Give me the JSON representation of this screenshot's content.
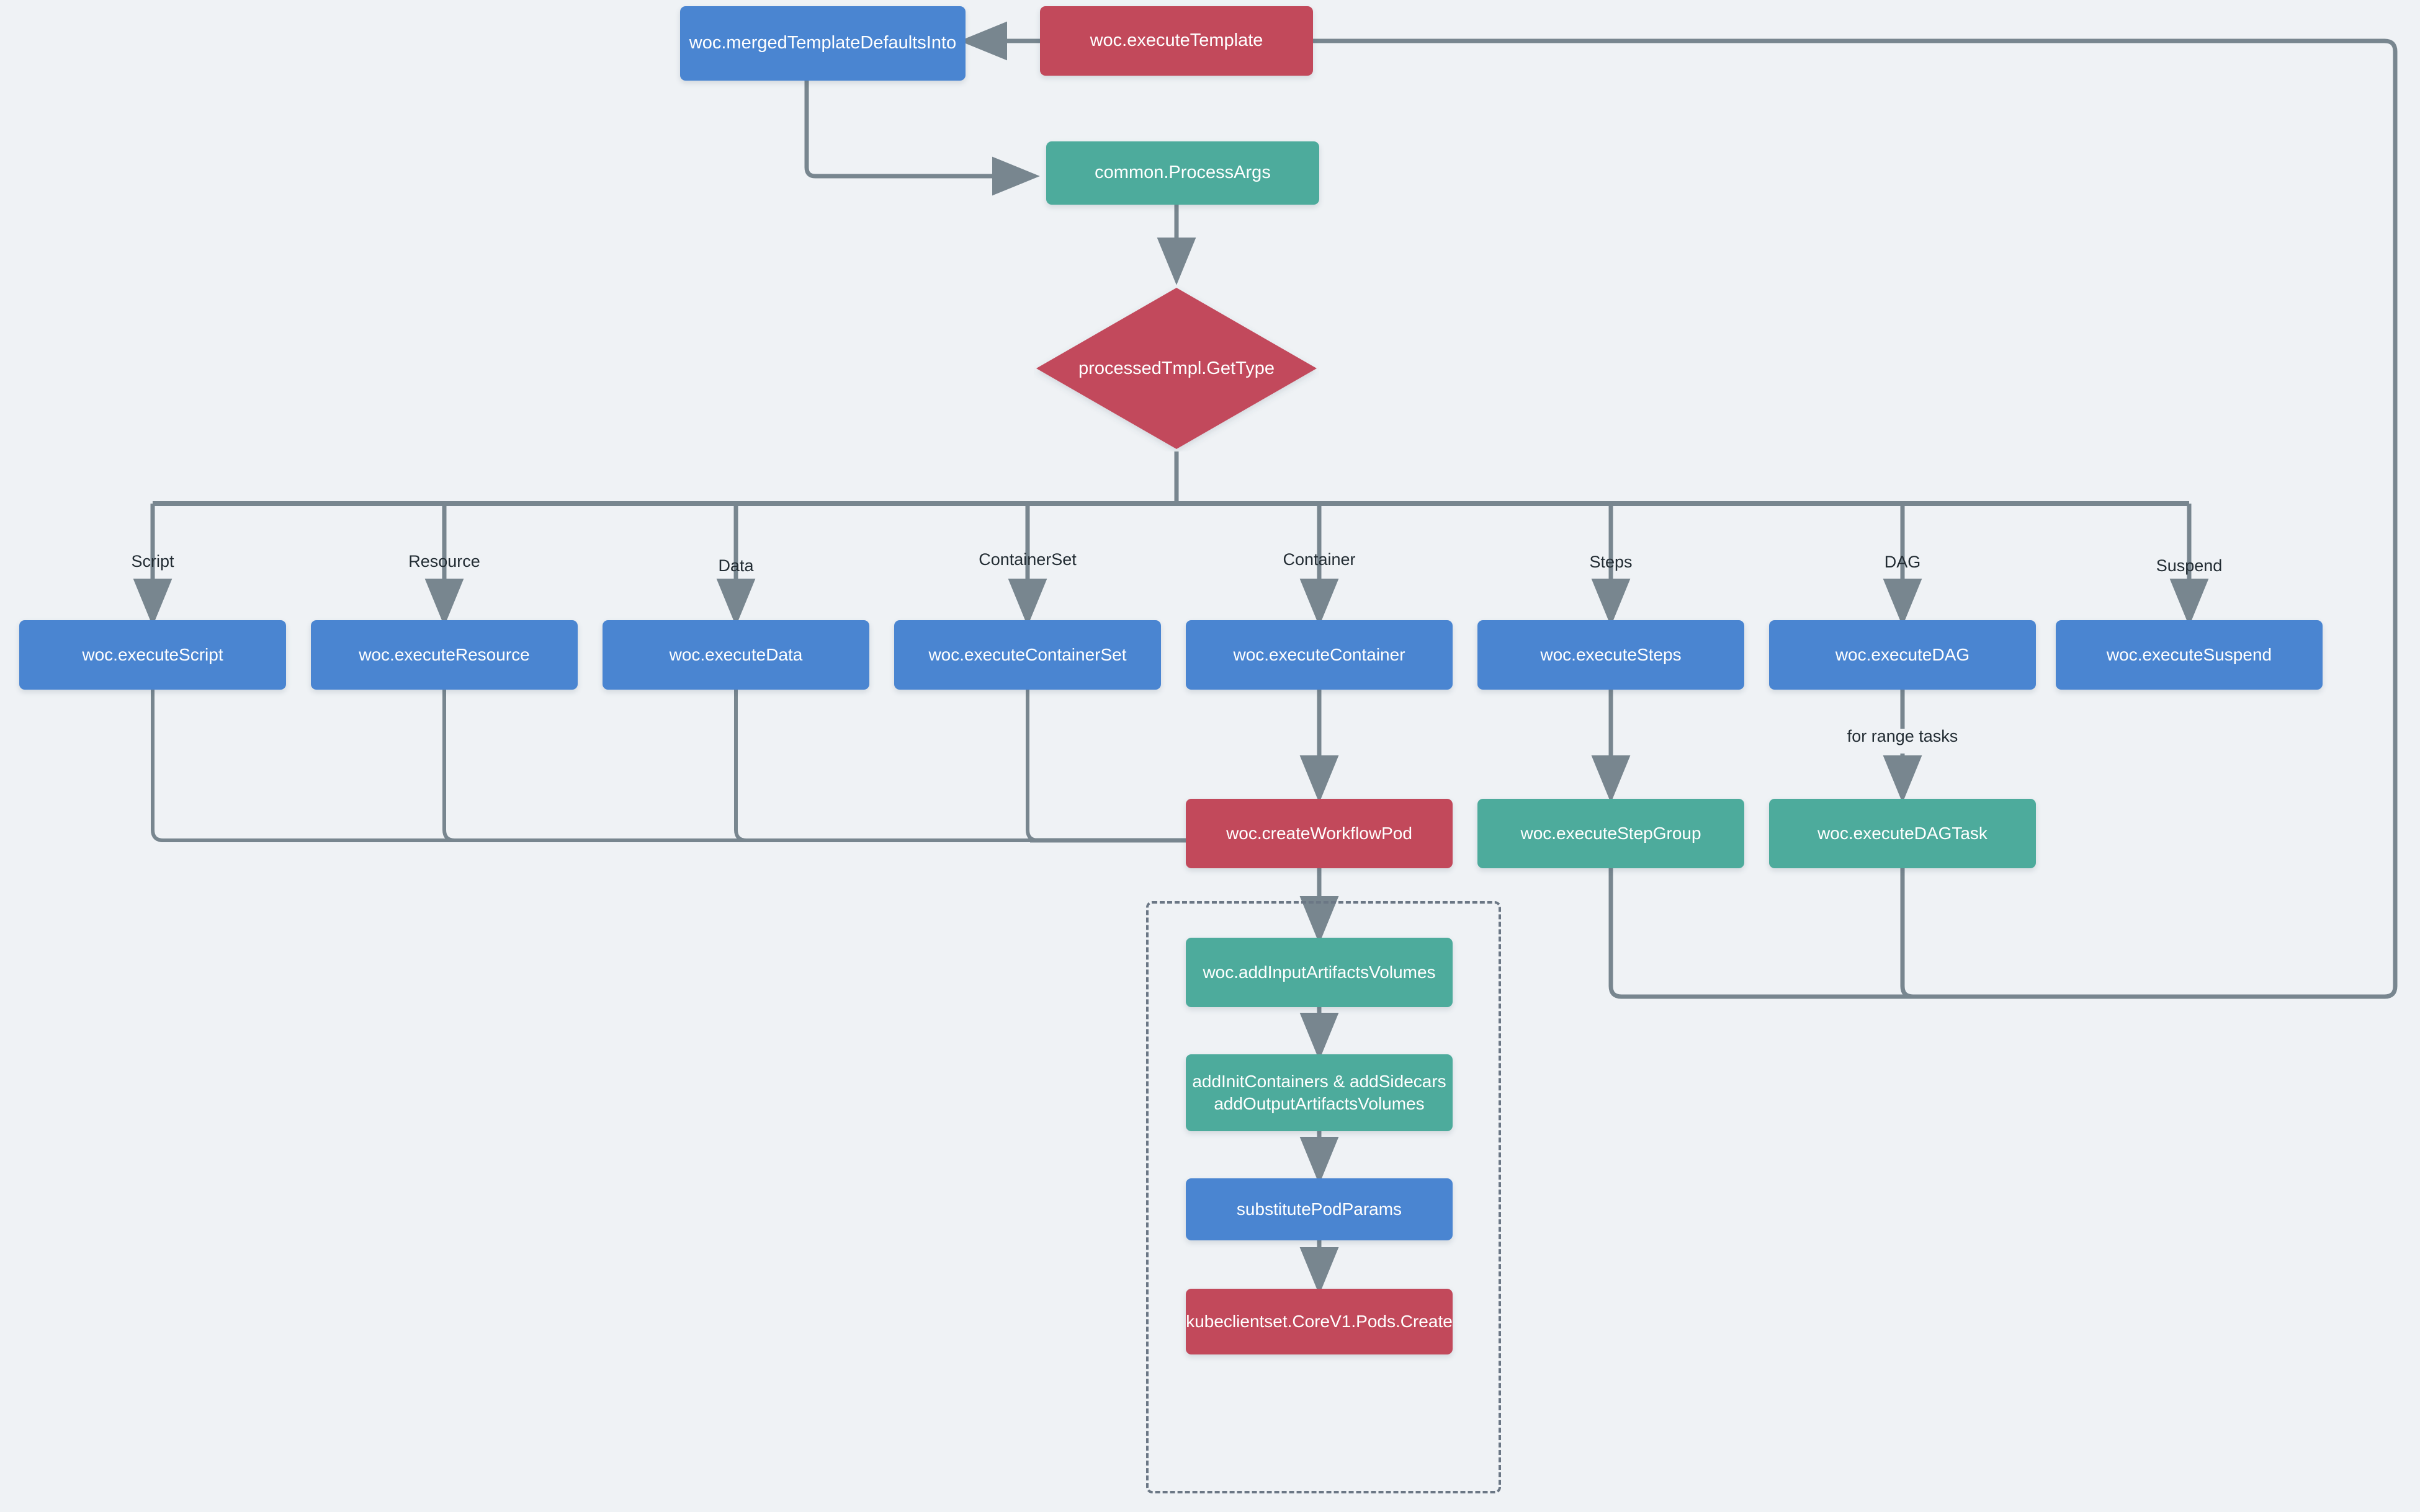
{
  "diagram": {
    "title": "Argo Workflows executeTemplate flowchart",
    "background_color": "#eff2f5",
    "edge_color": "#78868f",
    "colors": {
      "blue": "#4a85d1",
      "red": "#c2495b",
      "green": "#4dab9c",
      "cluster_border": "#6b7785",
      "label_text": "#222c33"
    }
  },
  "nodes": {
    "merged_template_defaults_into": {
      "label": "woc.mergedTemplateDefaultsInto",
      "color": "blue"
    },
    "execute_template": {
      "label": "woc.executeTemplate",
      "color": "red"
    },
    "process_args": {
      "label": "common.ProcessArgs",
      "color": "green"
    },
    "get_type": {
      "label": "processedTmpl.GetType",
      "color": "red",
      "shape": "diamond"
    },
    "execute_script": {
      "label": "woc.executeScript",
      "color": "blue"
    },
    "execute_resource": {
      "label": "woc.executeResource",
      "color": "blue"
    },
    "execute_data": {
      "label": "woc.executeData",
      "color": "blue"
    },
    "execute_container_set": {
      "label": "woc.executeContainerSet",
      "color": "blue"
    },
    "execute_container": {
      "label": "woc.executeContainer",
      "color": "blue"
    },
    "execute_steps": {
      "label": "woc.executeSteps",
      "color": "blue"
    },
    "execute_dag": {
      "label": "woc.executeDAG",
      "color": "blue"
    },
    "execute_suspend": {
      "label": "woc.executeSuspend",
      "color": "blue"
    },
    "create_workflow_pod": {
      "label": "woc.createWorkflowPod",
      "color": "red"
    },
    "execute_step_group": {
      "label": "woc.executeStepGroup",
      "color": "green"
    },
    "execute_dag_task": {
      "label": "woc.executeDAGTask",
      "color": "green"
    },
    "add_input_artifacts_volumes": {
      "label": "woc.addInputArtifactsVolumes",
      "color": "green"
    },
    "add_init_containers": {
      "label": "addInitContainers & addSidecars\naddOutputArtifactsVolumes",
      "color": "green"
    },
    "substitute_pod_params": {
      "label": "substitutePodParams",
      "color": "blue"
    },
    "pods_create": {
      "label": "kubeclientset.CoreV1.Pods.Create",
      "color": "red"
    }
  },
  "edge_labels": {
    "script": "Script",
    "resource": "Resource",
    "data": "Data",
    "container_set": "ContainerSet",
    "container": "Container",
    "steps": "Steps",
    "dag": "DAG",
    "suspend": "Suspend",
    "for_range_tasks": "for range tasks"
  }
}
